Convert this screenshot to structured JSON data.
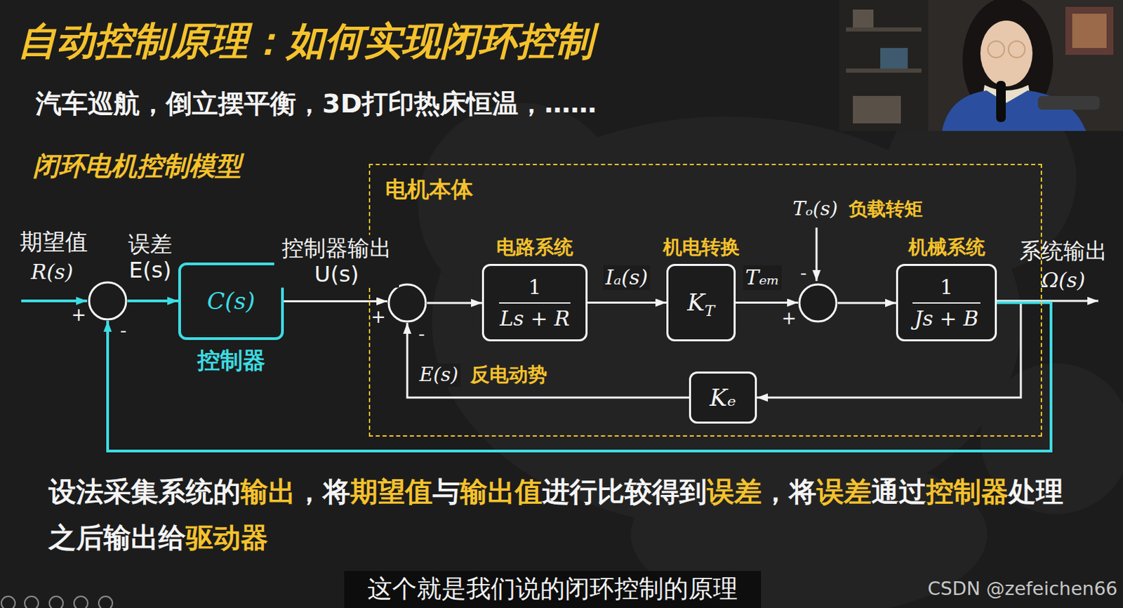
{
  "diagram": {
    "title": "自动控制原理：如何实现闭环控制",
    "caption": "这个就是我们说的闭环控制的原理",
    "nodes": [
      {
        "text": [
          "+",
          "-"
        ]
      },
      {
        "text": [
          "C(s)",
          "控制器"
        ]
      },
      {
        "text": [
          "电机本体"
        ]
      },
      {
        "text": [
          "+",
          "-"
        ],
        "in": 2
      },
      {
        "text": [
          "电路系统",
          "1",
          "Ls + R"
        ],
        "in": 2
      },
      {
        "text": [
          "机电转换",
          "K",
          "T"
        ],
        "in": 2
      },
      {
        "text": [
          "-",
          "+"
        ],
        "in": 2
      },
      {
        "text": [
          "机械系统",
          "1",
          "Js + B"
        ],
        "in": 2
      },
      {
        "text": [
          "Kₑ"
        ],
        "in": 2
      }
    ],
    "edges": [
      {
        "from": 0,
        "to": 1,
        "arrow": "to",
        "label": "误差 E(s)"
      },
      {
        "from": 1,
        "to": 3,
        "arrow": "to",
        "label": "控制器输出 U(s)"
      },
      {
        "from": 3,
        "to": 4,
        "arrow": "to"
      },
      {
        "from": 4,
        "to": 5,
        "arrow": "to",
        "label": "Iₐ(s)"
      },
      {
        "from": 5,
        "to": 6,
        "arrow": "to",
        "label": "Tₑₘ"
      },
      {
        "from": 6,
        "to": 7,
        "arrow": "to"
      },
      {
        "from": 7,
        "to": 8,
        "arrow": "to"
      },
      {
        "from": 8,
        "to": 3,
        "arrow": "to",
        "label": "E(s)"
      },
      {
        "from": 7,
        "to": 0,
        "arrow": "to"
      }
    ],
    "labels": [
      "汽车巡航，倒立摆平衡，3D打印热床恒温，……",
      "闭环电机控制模型",
      "期望值",
      "R(s)",
      "反电动势",
      "Tₒ(s)",
      "负载转矩",
      "系统输出",
      "Ω(s)",
      "设法采集系统的",
      "输出",
      "，将",
      "期望值",
      "与",
      "输出值",
      "进行比较得到",
      "误差",
      "，将",
      "误差",
      "通过",
      "控制器",
      "处理",
      "之后输出给",
      "驱动器",
      "CSDN @zefeichen66"
    ]
  }
}
